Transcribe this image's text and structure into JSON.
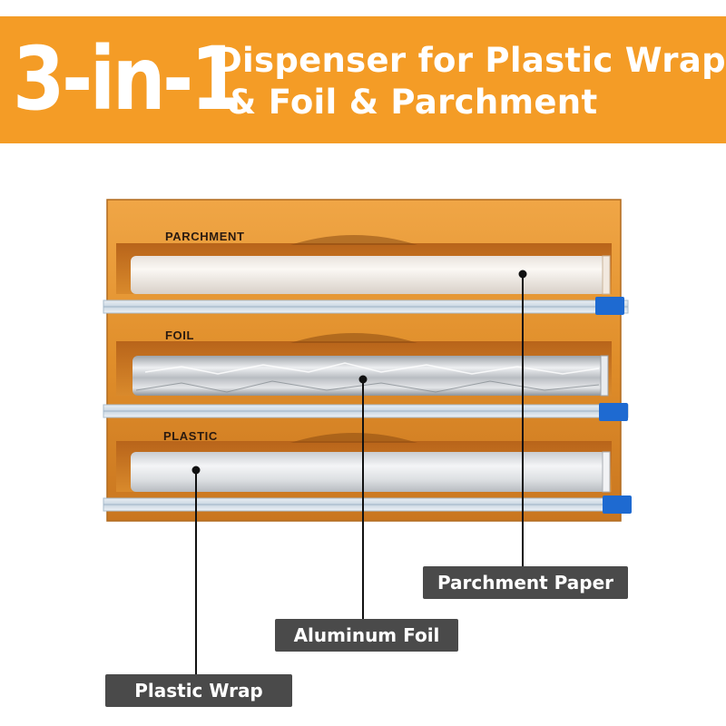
{
  "banner": {
    "big_title": "3-in-1",
    "subtitle_line1": "Dispenser for Plastic Wrap",
    "subtitle_line2": "& Foil & Parchment",
    "color": "#f49c26"
  },
  "dispenser": {
    "slots": [
      {
        "label": "PARCHMENT"
      },
      {
        "label": "FOIL"
      },
      {
        "label": "PLASTIC"
      }
    ],
    "wood_color": "#e08e2a",
    "slider_color": "#1e6ad1"
  },
  "callouts": {
    "parchment": "Parchment Paper",
    "foil": "Aluminum Foil",
    "plastic": "Plastic Wrap",
    "color": "#4a4a4a"
  }
}
